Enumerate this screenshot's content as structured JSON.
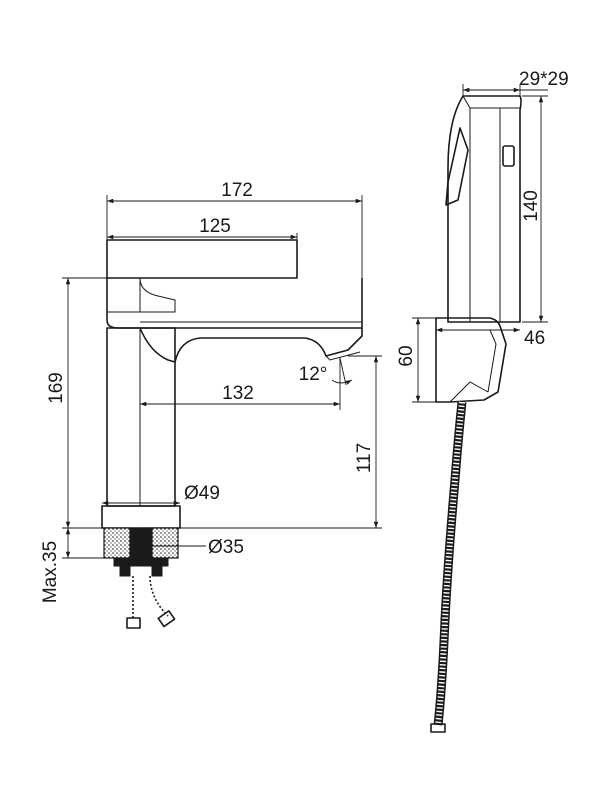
{
  "dimensions": {
    "faucet_width": "172",
    "handle_length": "125",
    "faucet_height": "169",
    "spout_reach": "132",
    "spout_angle": "12°",
    "spout_height": "117",
    "base_diameter": "Ø49",
    "shank_diameter": "Ø35",
    "max_counter": "Max.35",
    "sprayer_head": "29*29",
    "sprayer_length": "140",
    "holder_width": "46",
    "holder_height": "60"
  }
}
